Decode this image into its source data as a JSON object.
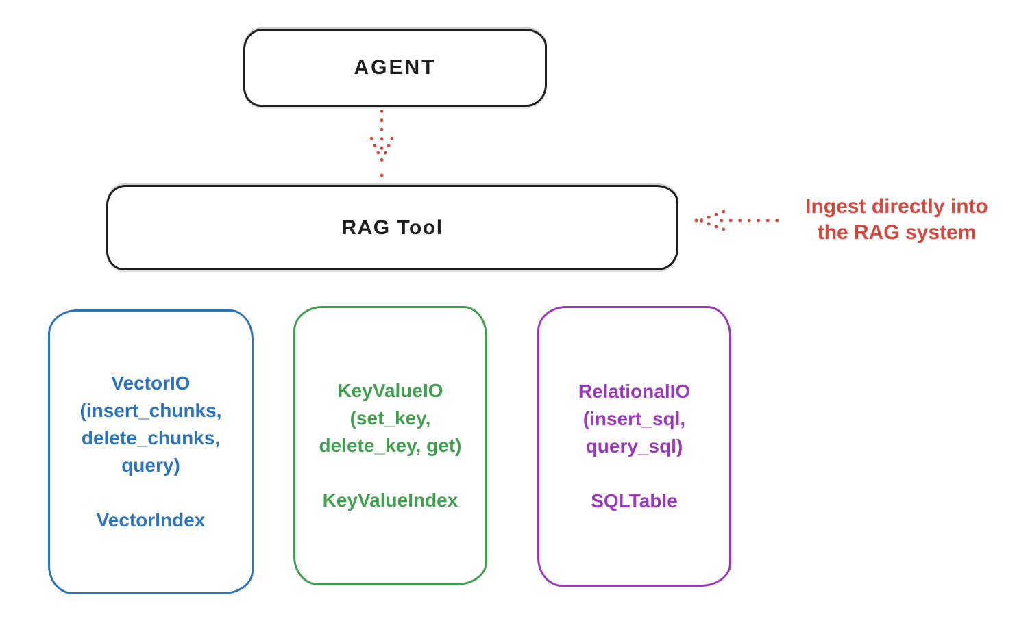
{
  "agent_box": {
    "label": "AGENT"
  },
  "rag_tool_box": {
    "label": "RAG Tool"
  },
  "annotation": {
    "lines": [
      "Ingest directly into",
      "the RAG system"
    ]
  },
  "panels": [
    {
      "id": "vector-io",
      "io_lines": [
        "VectorIO",
        "(insert_chunks,",
        "delete_chunks,",
        "query)"
      ],
      "index_label": "VectorIndex",
      "color": "#2d74ba"
    },
    {
      "id": "keyvalue-io",
      "io_lines": [
        "KeyValueIO",
        "(set_key,",
        "delete_key, get)"
      ],
      "index_label": "KeyValueIndex",
      "color": "#41a050"
    },
    {
      "id": "relational-io",
      "io_lines": [
        "RelationalIO",
        "(insert_sql,",
        "query_sql)"
      ],
      "index_label": "SQLTable",
      "color": "#9a3ab8"
    }
  ],
  "icons": {
    "down_arrow": "dotted-arrow-down",
    "left_arrow": "dotted-arrow-left"
  },
  "colors": {
    "stroke": "#1e1e1e",
    "red": "#d04a3f",
    "blue": "#2d74ba",
    "green": "#41a050",
    "purple": "#9a3ab8",
    "background": "#ffffff"
  }
}
